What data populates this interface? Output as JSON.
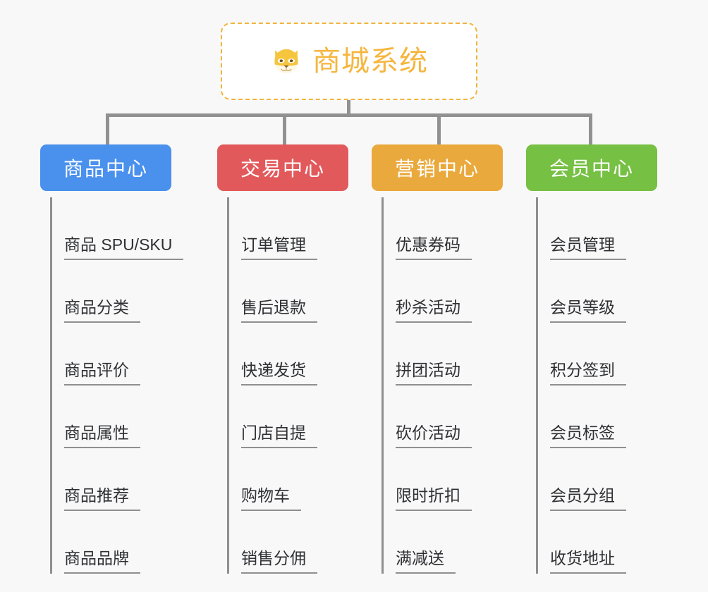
{
  "canvas": {
    "background": "#f8f8f8",
    "connector_color": "#919191"
  },
  "root": {
    "icon": "shiba-dog-face-icon",
    "title": "商城系统",
    "title_color": "#f5b63f",
    "border_color": "#f0b43c",
    "background": "#ffffff"
  },
  "branches": [
    {
      "title": "商品中心",
      "color": "#4a90ed",
      "items": [
        "商品 SPU/SKU",
        "商品分类",
        "商品评价",
        "商品属性",
        "商品推荐",
        "商品品牌"
      ]
    },
    {
      "title": "交易中心",
      "color": "#e2595b",
      "items": [
        "订单管理",
        "售后退款",
        "快递发货",
        "门店自提",
        "购物车",
        "销售分佣"
      ]
    },
    {
      "title": "营销中心",
      "color": "#eaa93c",
      "items": [
        "优惠券码",
        "秒杀活动",
        "拼团活动",
        "砍价活动",
        "限时折扣",
        "满减送"
      ]
    },
    {
      "title": "会员中心",
      "color": "#76c043",
      "items": [
        "会员管理",
        "会员等级",
        "积分签到",
        "会员标签",
        "会员分组",
        "收货地址"
      ]
    }
  ]
}
